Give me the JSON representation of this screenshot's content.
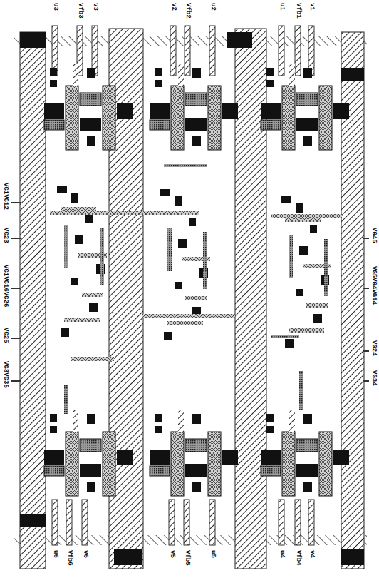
{
  "diagram": {
    "labels": [
      "u3",
      "Vfb3",
      "v3",
      "v2",
      "Vfb2",
      "u2",
      "u1",
      "Vfb1",
      "v1",
      "VG1VG12",
      "VG23",
      "VG1VG16VG26",
      "VG25",
      "VG3VG35",
      "VG45",
      "VG5VG4VG14",
      "VG24",
      "VG34",
      "u6",
      "Vfb6",
      "v6",
      "v5",
      "Vfb5",
      "u5",
      "u4",
      "Vfb4",
      "v4"
    ]
  }
}
